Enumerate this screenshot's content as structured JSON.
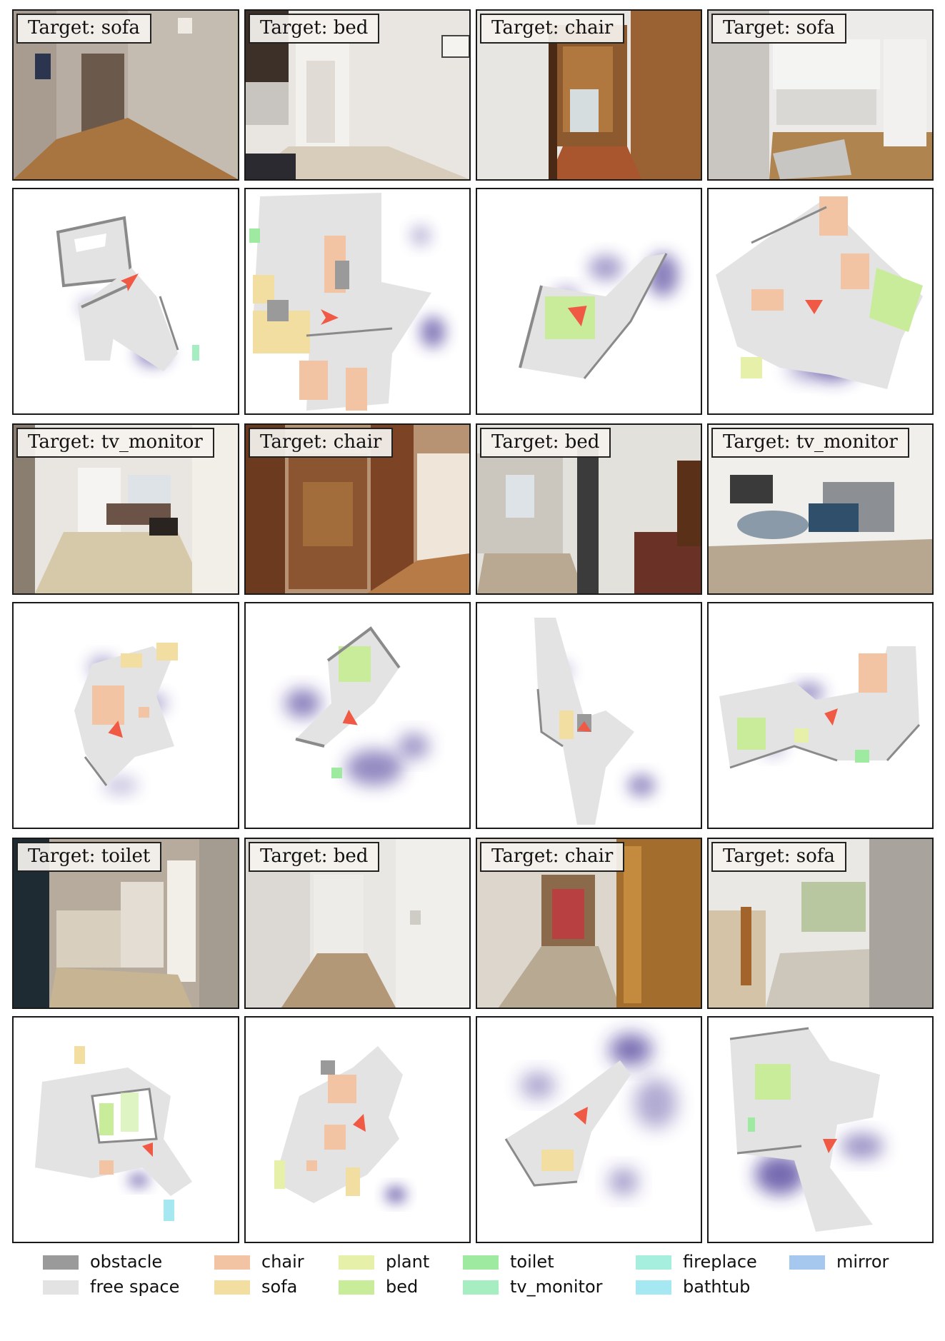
{
  "rows": [
    {
      "targets": [
        "Target: sofa",
        "Target: bed",
        "Target: chair",
        "Target: sofa"
      ]
    },
    {
      "targets": [
        "Target: tv_monitor",
        "Target: chair",
        "Target: bed",
        "Target: tv_monitor"
      ]
    },
    {
      "targets": [
        "Target: toilet",
        "Target: bed",
        "Target: chair",
        "Target: sofa"
      ]
    }
  ],
  "legend": [
    {
      "label": "obstacle",
      "color": "#9a9a9a"
    },
    {
      "label": "free space",
      "color": "#e3e3e3"
    },
    {
      "label": "chair",
      "color": "#f2c4a3"
    },
    {
      "label": "sofa",
      "color": "#f2dea0"
    },
    {
      "label": "plant",
      "color": "#e6f0a8"
    },
    {
      "label": "bed",
      "color": "#c8ec9a"
    },
    {
      "label": "toilet",
      "color": "#9eeaa0"
    },
    {
      "label": "tv_monitor",
      "color": "#a6eec2"
    },
    {
      "label": "fireplace",
      "color": "#a6eedd"
    },
    {
      "label": "bathtub",
      "color": "#a6e8f2"
    },
    {
      "label": "mirror",
      "color": "#a6c8ee"
    }
  ],
  "colors": {
    "obstacle": "#9a9a9a",
    "free_space": "#e3e3e3",
    "agent": "#f05a45",
    "heat": "#3b2a8f"
  }
}
